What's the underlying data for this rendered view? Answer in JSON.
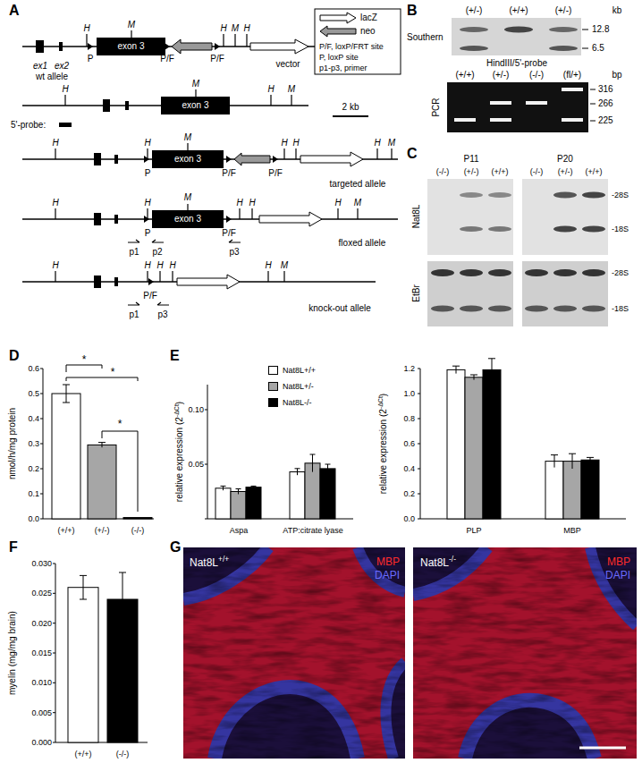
{
  "diagram": {
    "nodes": [
      {
        "text": [
          "exon 3"
        ]
      },
      {
        "text": [
          "exon 3"
        ]
      },
      {
        "text": [
          "exon 3"
        ]
      },
      {
        "text": [
          "exon 3"
        ]
      }
    ],
    "labels": [
      "A",
      "H",
      "M",
      "H",
      "M",
      "H",
      "ex1",
      "ex2",
      "P",
      "P/F",
      "P/F",
      "vector",
      "wt allele",
      "H",
      "M",
      "H",
      "M",
      "5'-probe:",
      "2 kb",
      "H",
      "H",
      "M",
      "H",
      "H",
      "H",
      "M",
      "P",
      "P/F",
      "P/F",
      "targeted allele",
      "H",
      "H",
      "M",
      "H",
      "H",
      "H",
      "M",
      "P",
      "P/F",
      "p1",
      "p2",
      "p3",
      "floxed allele",
      "H",
      "H",
      "H",
      "H",
      "H",
      "M",
      "P/F",
      "p1",
      "p3",
      "knock-out allele",
      "B",
      "(+/-)",
      "(+/+)",
      "(+/-)",
      "kb",
      "Southern",
      "12.8",
      "6.5",
      "HindIII/5'-probe",
      "(+/+)",
      "(+/-)",
      "(-/-)",
      "(fl/+)",
      "bp",
      "PCR",
      "316",
      "266",
      "225",
      "C",
      "P11",
      "P20",
      "(-/-)",
      "(+/-)",
      "(+/+)",
      "(-/-)",
      "(+/-)",
      "(+/+)",
      "Nat8L",
      "-28S",
      "-18S",
      "EtBr",
      "-28S",
      "-18S",
      "D",
      "nmol/h/mg protein",
      "0.6",
      "0.5",
      "0.4",
      "0.3",
      "0.2",
      "0.1",
      "0.0",
      "*",
      "*",
      "*",
      "(+/+)",
      "(+/-)",
      "(-/-)",
      "E",
      "relative expression (2",
      "-ΔCt",
      ")",
      "0.10",
      "0.05",
      "Aspa",
      "ATP:citrate lyase",
      "relative expression (2",
      "-ΔCt",
      ")",
      "1.2",
      "1.0",
      "0.8",
      "0.6",
      "0.4",
      "0.2",
      "0.0",
      "PLP",
      "MBP",
      "F",
      "myelin (mg/mg brain)",
      "0.030",
      "0.025",
      "0.020",
      "0.015",
      "0.010",
      "0.005",
      "0.000",
      "(+/+)",
      "(-/-)",
      "G",
      "Nat8L",
      "+/+",
      "MBP",
      "DAPI",
      "Nat8L",
      "-/-",
      "MBP",
      "DAPI"
    ],
    "legend": [
      {
        "text": "lacZ"
      },
      {
        "text": "neo"
      },
      {
        "text": "P/F, loxP/FRT site"
      },
      {
        "text": "P, loxP site"
      },
      {
        "text": "p1-p3, primer"
      },
      {
        "text": "Nat8L+/+",
        "color": "#ffffff"
      },
      {
        "text": "Nat8L+/-",
        "color": "#a6a6a6"
      },
      {
        "text": "Nat8L-/-",
        "color": "#000000"
      }
    ]
  }
}
